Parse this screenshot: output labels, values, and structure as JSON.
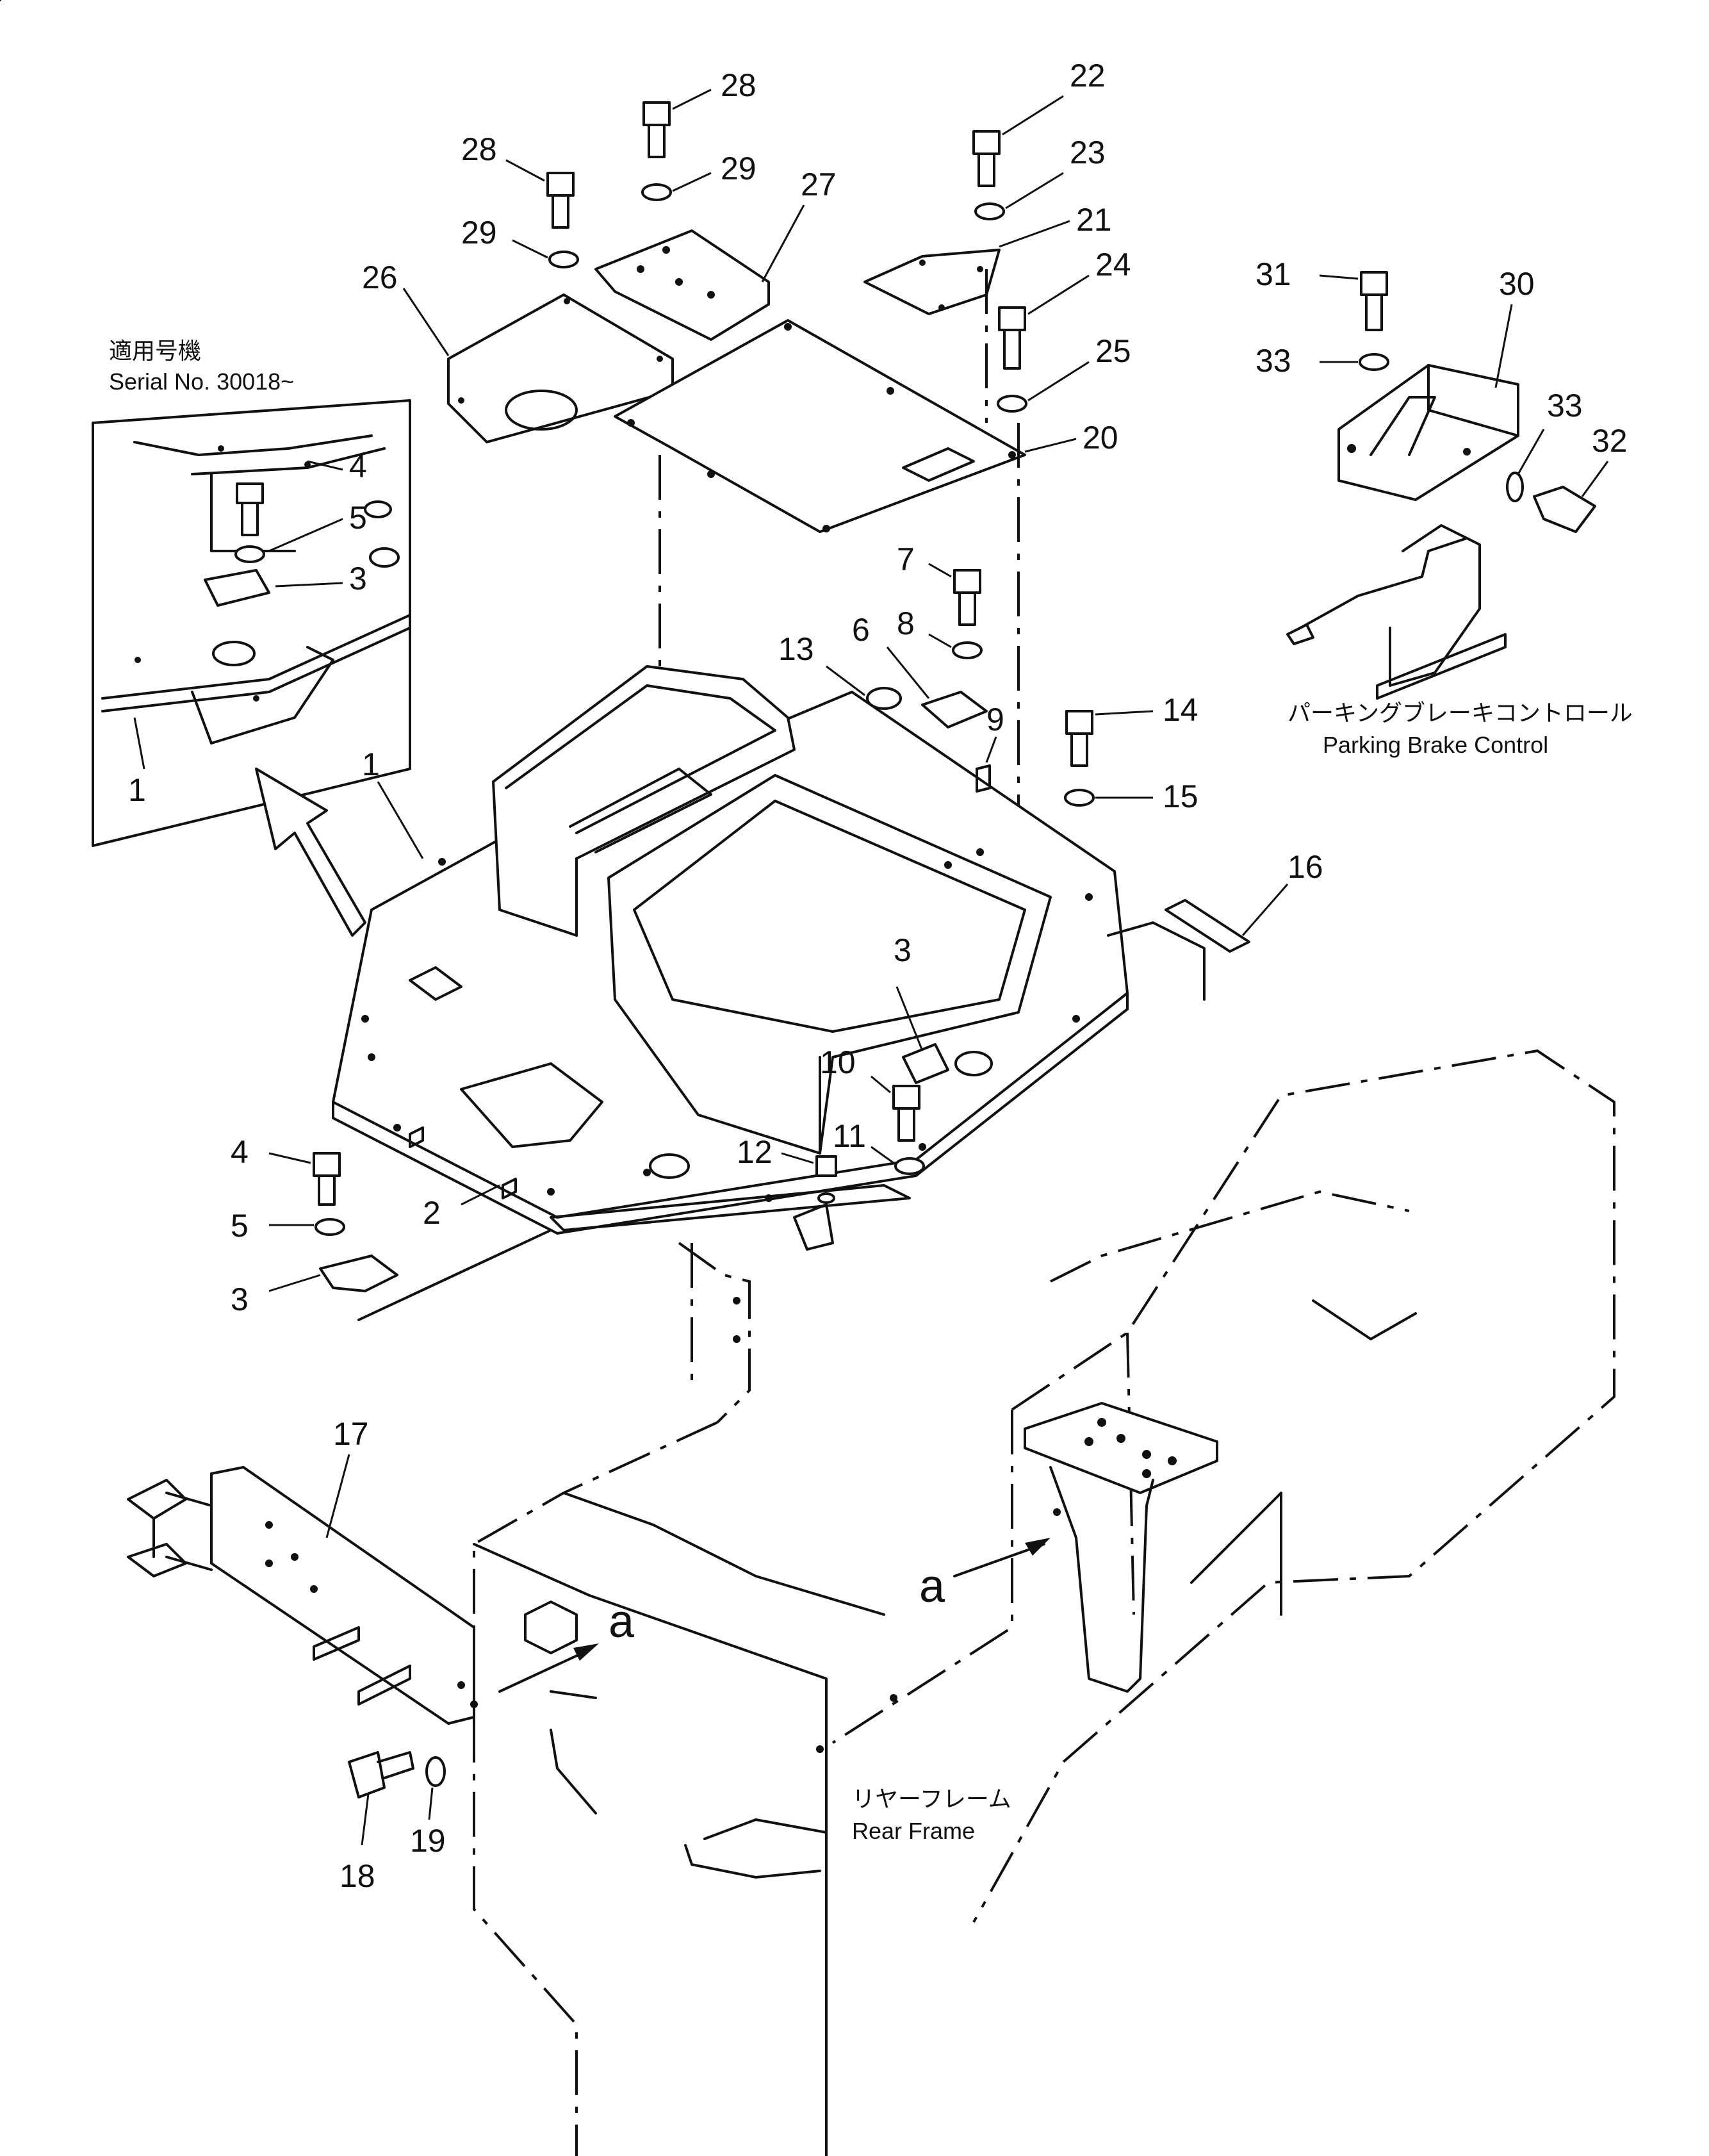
{
  "inset": {
    "note_jp": "適用号機",
    "serial": "Serial No. 30018~"
  },
  "labels": {
    "parking_brake_jp": "パーキングブレーキコントロール",
    "parking_brake_en": "Parking Brake Control",
    "rear_frame_jp": "リヤーフレーム",
    "rear_frame_en": "Rear Frame",
    "view_a": "a"
  },
  "part_numbers": {
    "p1": "1",
    "p2": "2",
    "p3": "3",
    "p4": "4",
    "p5": "5",
    "p6": "6",
    "p7": "7",
    "p8": "8",
    "p9": "9",
    "p10": "10",
    "p11": "11",
    "p12": "12",
    "p13": "13",
    "p14": "14",
    "p15": "15",
    "p16": "16",
    "p17": "17",
    "p18": "18",
    "p19": "19",
    "p20": "20",
    "p21": "21",
    "p22": "22",
    "p23": "23",
    "p24": "24",
    "p25": "25",
    "p26": "26",
    "p27": "27",
    "p28": "28",
    "p29": "29",
    "p30": "30",
    "p31": "31",
    "p32": "32",
    "p33": "33"
  }
}
